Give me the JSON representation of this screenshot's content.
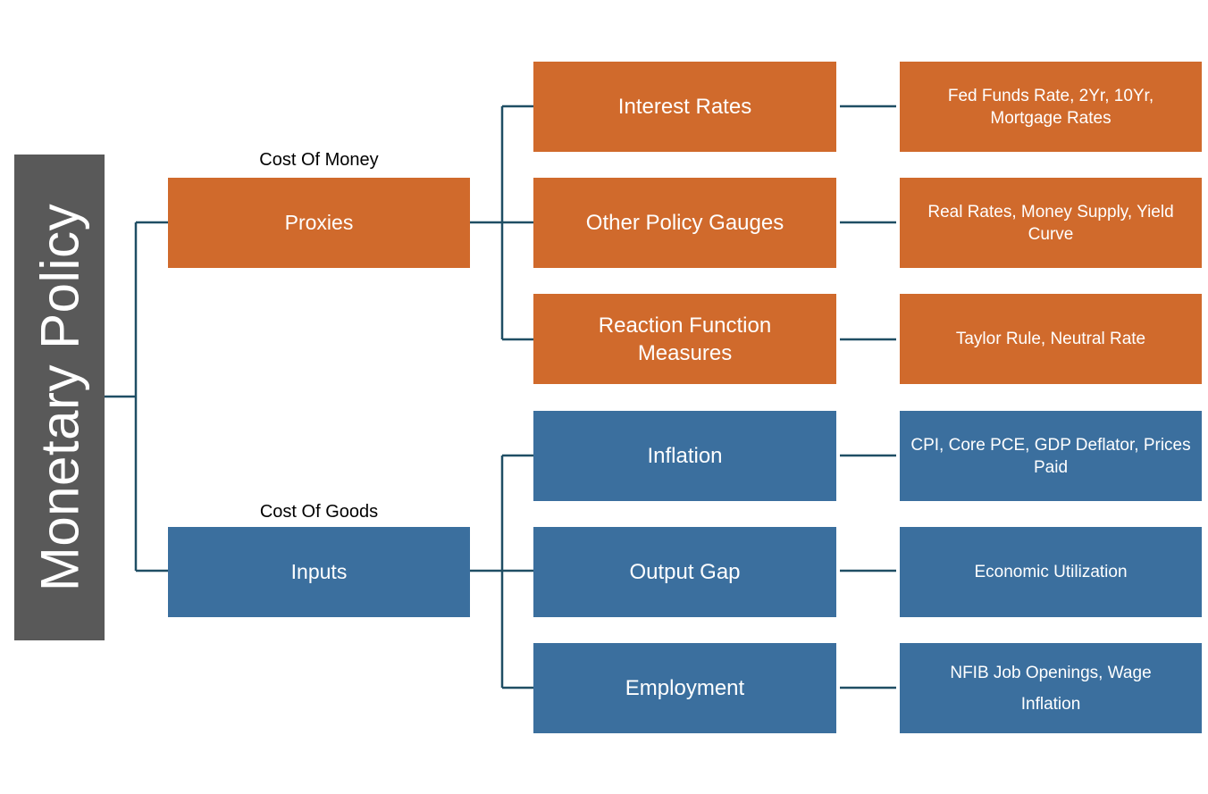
{
  "root": {
    "label": "Monetary Policy"
  },
  "branches": [
    {
      "caption": "Cost Of Money",
      "label": "Proxies",
      "color": "#d06a2c",
      "children": [
        {
          "label": "Interest Rates",
          "detail": "Fed Funds Rate, 2Yr, 10Yr, Mortgage Rates"
        },
        {
          "label": "Other Policy Gauges",
          "detail": "Real Rates, Money Supply, Yield Curve"
        },
        {
          "label": "Reaction Function Measures",
          "detail": "Taylor Rule, Neutral Rate"
        }
      ]
    },
    {
      "caption": "Cost Of Goods",
      "label": "Inputs",
      "color": "#3b6f9e",
      "children": [
        {
          "label": "Inflation",
          "detail": "CPI, Core PCE, GDP Deflator, Prices Paid"
        },
        {
          "label": "Output Gap",
          "detail": "Economic Utilization"
        },
        {
          "label": "Employment",
          "detail": "NFIB Job Openings, Wage Inflation"
        }
      ]
    }
  ],
  "colors": {
    "root": "#595959",
    "connector": "#1f4e64"
  }
}
